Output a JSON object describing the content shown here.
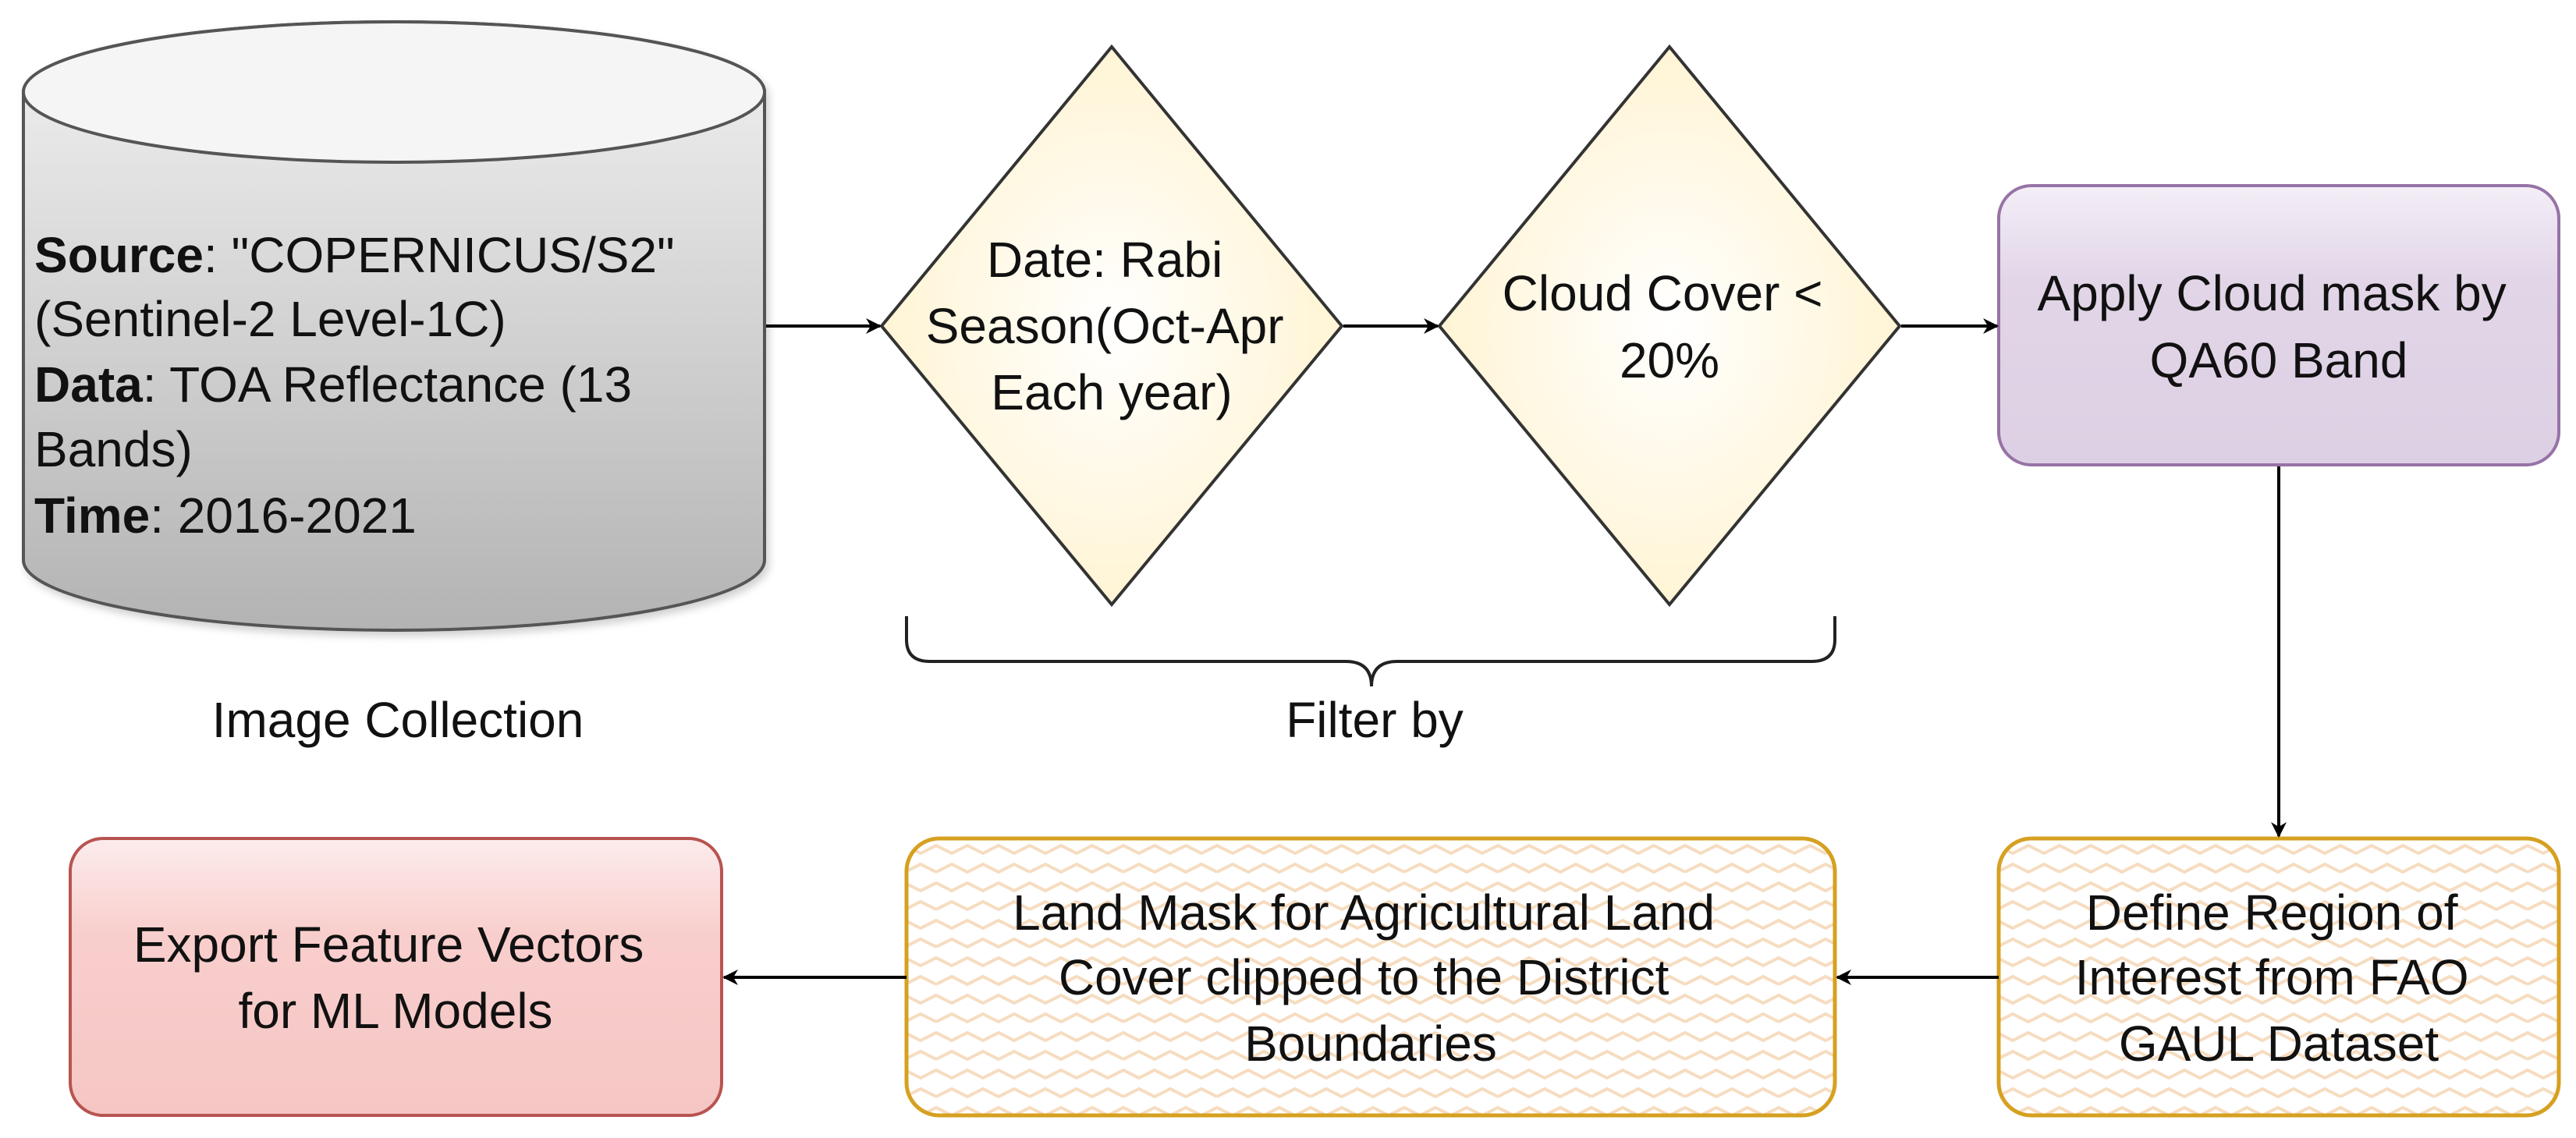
{
  "image_collection": {
    "line1": {
      "bold": "Source",
      "rest": ": \"COPERNICUS/S2\""
    },
    "line2": "(Sentinel-2 Level-1C)",
    "line3": {
      "bold": "Data",
      "rest": ": TOA Reflectance (13"
    },
    "line4": "Bands)",
    "line5": {
      "bold": "Time",
      "rest": ": 2016-2021"
    },
    "caption": "Image Collection",
    "color_top": "#f2f2f2",
    "color_bottom": "#b3b3b3"
  },
  "filter_date": {
    "lines": [
      "Date: Rabi",
      "Season(Oct-Apr",
      "Each year)"
    ],
    "color": "#fff2cc"
  },
  "filter_cloud": {
    "lines": [
      "Cloud Cover <",
      "20%"
    ],
    "color": "#fff2cc"
  },
  "filter_caption": "Filter by",
  "cloud_mask": {
    "lines": [
      "Apply Cloud mask by",
      "QA60 Band"
    ],
    "fill": "#e1d5e7",
    "stroke": "#9673a6"
  },
  "region": {
    "lines": [
      "Define Region of",
      "Interest from FAO",
      "GAUL Dataset"
    ],
    "stroke": "#d6a020",
    "pattern_color": "#f6dcc0"
  },
  "land_mask": {
    "lines": [
      "Land Mask for Agricultural Land",
      "Cover clipped to the District",
      "Boundaries"
    ],
    "stroke": "#d6a020",
    "pattern_color": "#f6dcc0"
  },
  "export": {
    "lines": [
      "Export Feature Vectors",
      "for ML Models"
    ],
    "fill": "#f8cecc",
    "stroke": "#b85450"
  }
}
